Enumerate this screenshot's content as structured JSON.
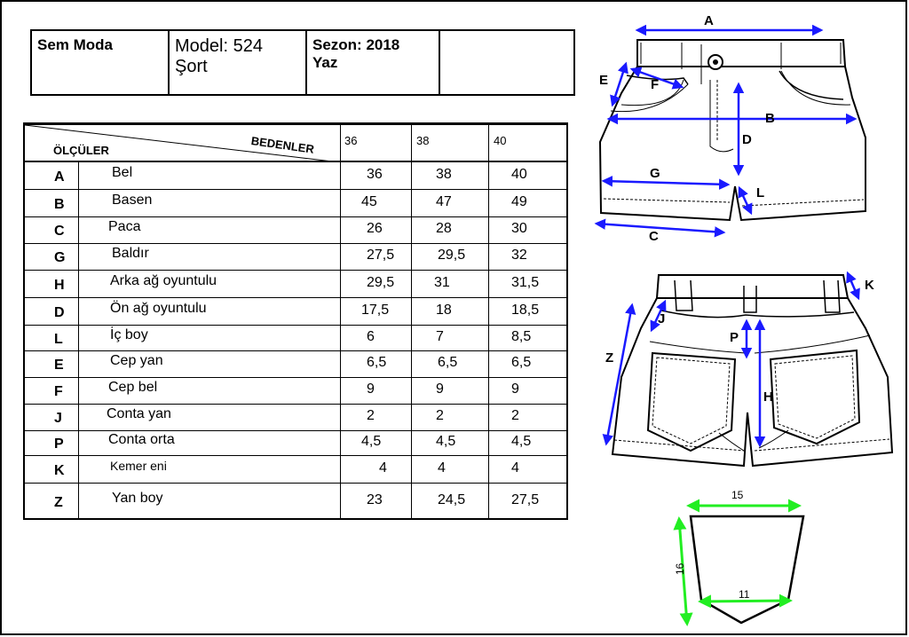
{
  "header": {
    "brand": "Sem Moda",
    "model_line1": "Model: 524",
    "model_line2": "Şort",
    "season_line1": "Sezon: 2018",
    "season_line2": "Yaz",
    "extra": ""
  },
  "table": {
    "col_label": "ÖLÇÜLER",
    "size_label": "BEDENLER",
    "sizes": [
      "36",
      "38",
      "40"
    ],
    "rows": [
      {
        "code": "A",
        "name": "Bel",
        "v36": "36",
        "v38": "38",
        "v40": "40"
      },
      {
        "code": "B",
        "name": "Basen",
        "v36": "45",
        "v38": "47",
        "v40": "49"
      },
      {
        "code": "C",
        "name": "Paca",
        "v36": "26",
        "v38": "28",
        "v40": "30"
      },
      {
        "code": "G",
        "name": "Baldır",
        "v36": "27,5",
        "v38": "29,5",
        "v40": "32"
      },
      {
        "code": "H",
        "name": "Arka ağ oyuntulu",
        "v36": "29,5",
        "v38": "31",
        "v40": "31,5"
      },
      {
        "code": "D",
        "name": "Ön ağ oyuntulu",
        "v36": "17,5",
        "v38": "18",
        "v40": "18,5"
      },
      {
        "code": "L",
        "name": "İç boy",
        "v36": "6",
        "v38": "7",
        "v40": "8,5"
      },
      {
        "code": "E",
        "name": "Cep yan",
        "v36": "6,5",
        "v38": "6,5",
        "v40": "6,5"
      },
      {
        "code": "F",
        "name": "Cep bel",
        "v36": "9",
        "v38": "9",
        "v40": "9"
      },
      {
        "code": "J",
        "name": "Conta yan",
        "v36": "2",
        "v38": "2",
        "v40": "2"
      },
      {
        "code": "P",
        "name": "Conta orta",
        "v36": "4,5",
        "v38": "4,5",
        "v40": "4,5"
      },
      {
        "code": "K",
        "name": "Kemer eni",
        "v36": "4",
        "v38": "4",
        "v40": "4"
      },
      {
        "code": "Z",
        "name": "Yan boy",
        "v36": "23",
        "v38": "24,5",
        "v40": "27,5"
      }
    ]
  },
  "diagram": {
    "front_labels": {
      "A": "A",
      "B": "B",
      "C": "C",
      "D": "D",
      "E": "E",
      "F": "F",
      "G": "G",
      "L": "L"
    },
    "back_labels": {
      "K": "K",
      "J": "J",
      "P": "P",
      "Z": "Z",
      "H": "H"
    },
    "pocket": {
      "top": "15",
      "bottom": "11",
      "height": "16"
    },
    "colors": {
      "measure_arrow": "#1a1aff",
      "pocket_arrow": "#22ee22",
      "outline": "#000000"
    }
  }
}
